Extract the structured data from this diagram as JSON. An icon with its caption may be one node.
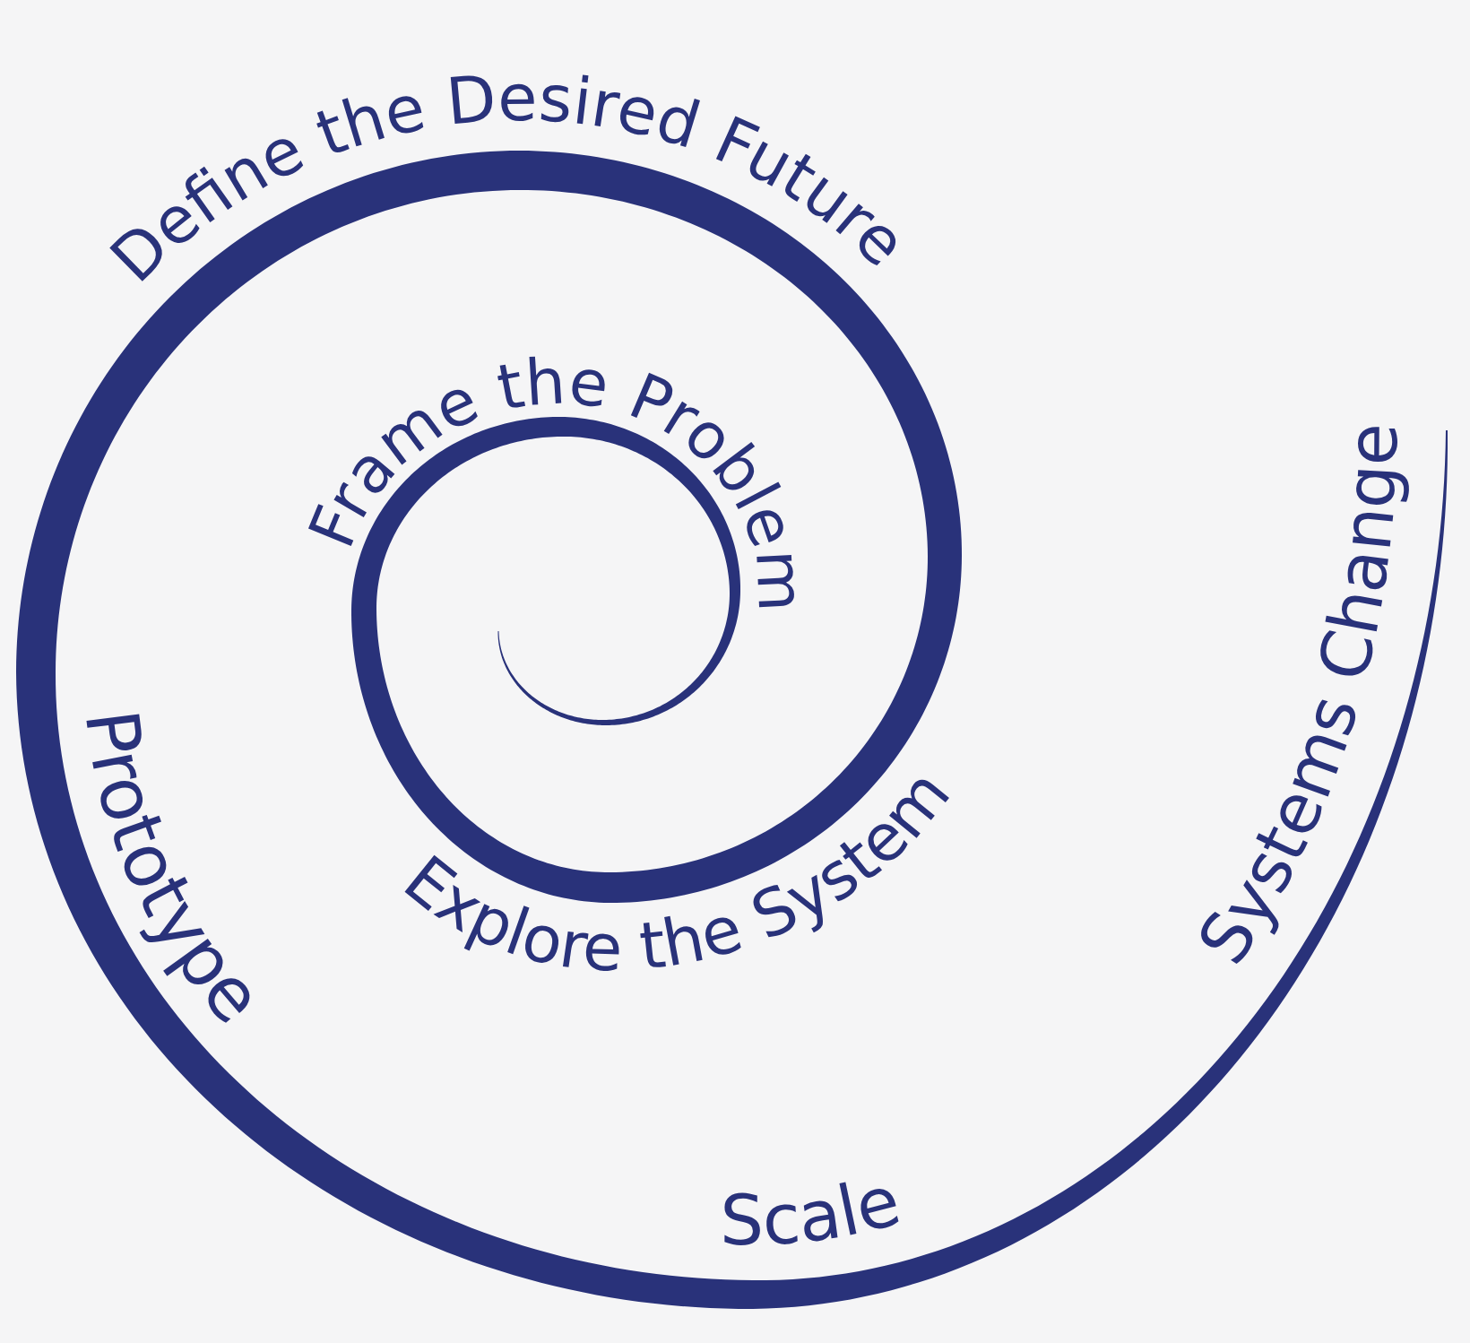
{
  "diagram": {
    "labels": [
      "Frame the Problem",
      "Explore the System",
      "Define the Desired Future",
      "Prototype",
      "Scale",
      "Systems Change"
    ]
  }
}
